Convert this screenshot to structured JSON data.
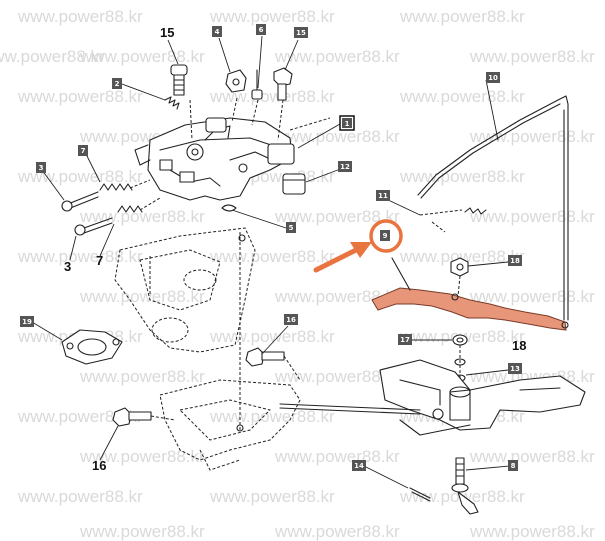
{
  "watermark": {
    "text": "www.power88.kr"
  },
  "callouts": {
    "tag_1": "1",
    "tag_2": "2",
    "tag_3": "3",
    "tag_4": "4",
    "tag_5": "5",
    "tag_6": "6",
    "tag_7": "7",
    "tag_8": "8",
    "tag_9": "9",
    "tag_10": "10",
    "tag_11": "11",
    "tag_12": "12",
    "tag_13": "13",
    "tag_14": "14",
    "tag_15": "15",
    "tag_16a": "16",
    "tag_17": "17",
    "tag_18": "18",
    "tag_19": "19",
    "num_15": "15",
    "num_3": "3",
    "num_7": "7",
    "num_18": "18",
    "num_16": "16"
  },
  "colors": {
    "highlight_part": "#e8967a",
    "highlight_arrow": "#e8743f",
    "tag_bg": "#555555",
    "line": "#222222",
    "watermark": "#d9d9d9"
  },
  "icons": {
    "arrow": "arrow-pointing-to-part-9",
    "circle": "highlight-circle-part-9"
  }
}
